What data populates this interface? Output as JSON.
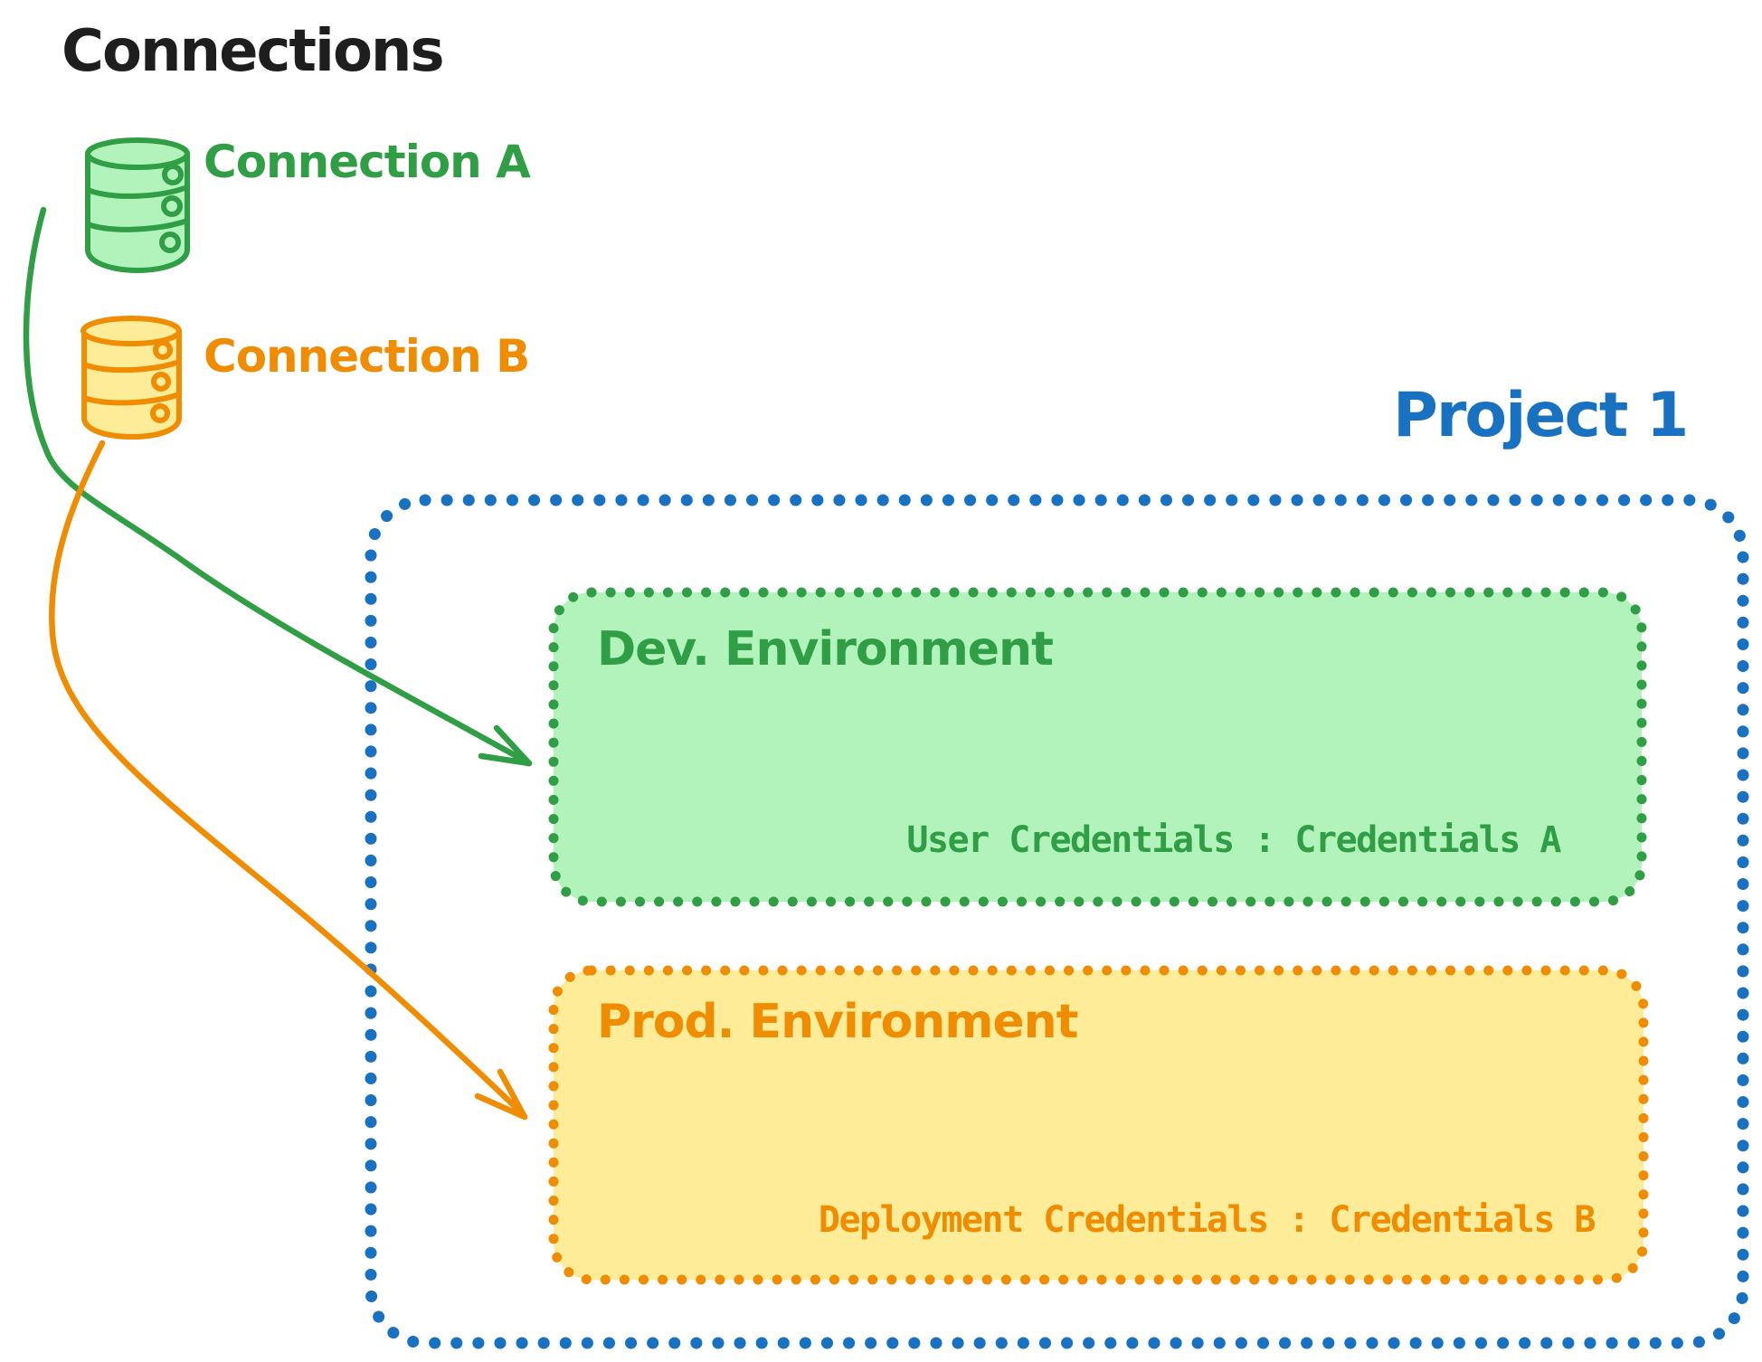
{
  "diagram": {
    "title": "Connections",
    "connections": [
      {
        "label": "Connection A",
        "icon": "database-icon",
        "color": "#2f9e44",
        "fill": "#b2f2bb"
      },
      {
        "label": "Connection B",
        "icon": "database-icon",
        "color": "#f08c00",
        "fill": "#ffec99"
      }
    ],
    "project": {
      "title": "Project 1",
      "color": "#1971c2",
      "environments": [
        {
          "name": "Dev. Environment",
          "credentials": "User Credentials : Credentials A",
          "color": "#2f9e44",
          "fill": "#b2f2bb"
        },
        {
          "name": "Prod. Environment",
          "credentials": "Deployment Credentials : Credentials B",
          "color": "#f08c00",
          "fill": "#ffec99"
        }
      ]
    },
    "arrows": [
      {
        "name": "connection-a-to-dev-environment",
        "color": "#2f9e44"
      },
      {
        "name": "connection-b-to-prod-environment",
        "color": "#f08c00"
      }
    ]
  }
}
